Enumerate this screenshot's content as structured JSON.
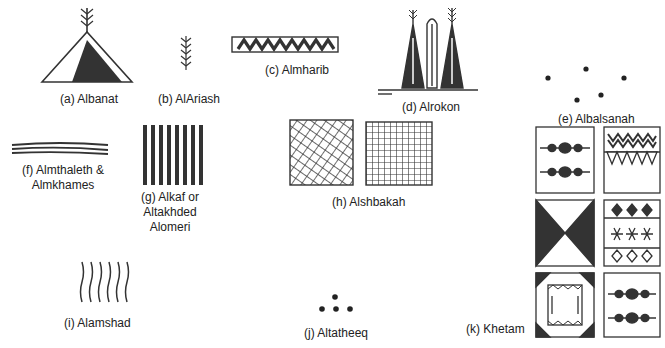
{
  "diagram": {
    "labels": [
      "(a) Albanat",
      "(b) AlAriash",
      "(c) Almharib",
      "(d) Alrokon",
      "(e) Albalsanah",
      "(f) Almthaleth & Almkhames",
      "(g) Alkaf or Altakhded Alomeri",
      "(h) Alshbakah",
      "(i) Alamshad",
      "(j) Altatheeq",
      "(k) Khetam"
    ]
  }
}
